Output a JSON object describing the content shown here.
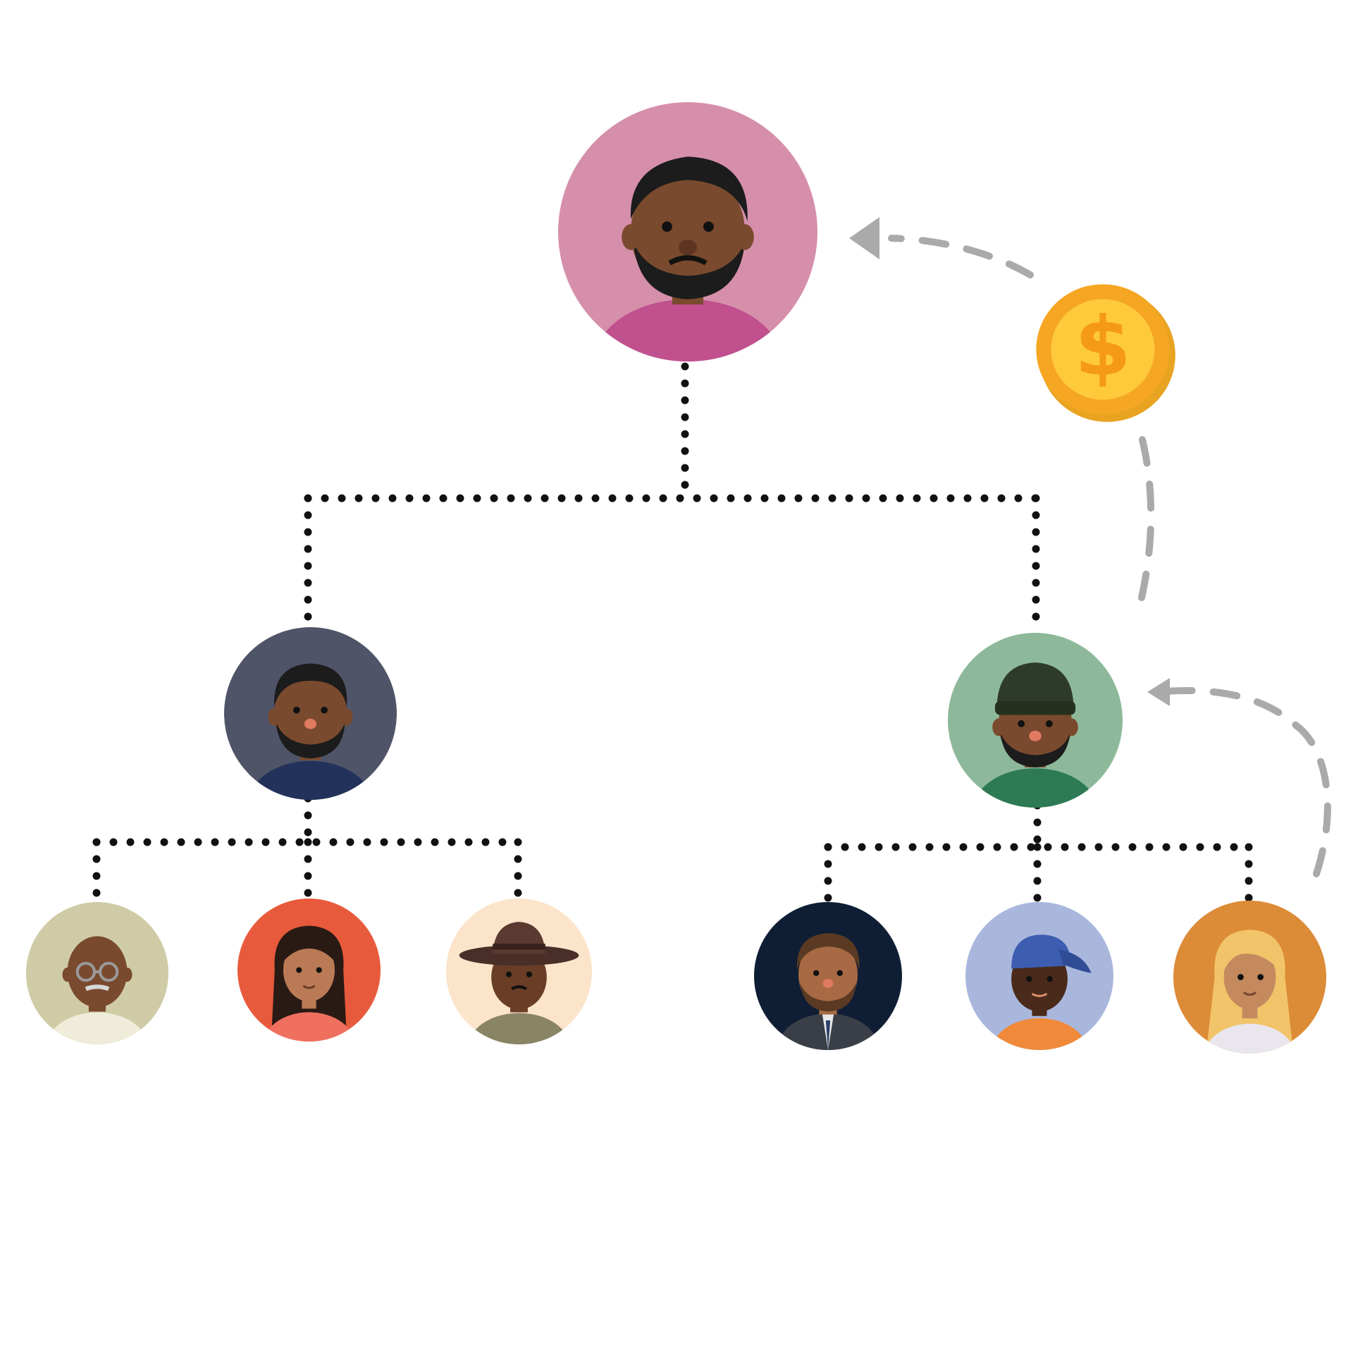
{
  "diagram": {
    "type": "referral-tree",
    "nodes": [
      {
        "id": "root",
        "level": 0,
        "background": "#D68FAA",
        "shirt": "#C0508E",
        "hair": "#1c1c1c",
        "accessory": "beard"
      },
      {
        "id": "left-parent",
        "level": 1,
        "background": "#4F5468",
        "shirt": "#22325A",
        "hair": "#1c1c1c",
        "accessory": "beard"
      },
      {
        "id": "right-parent",
        "level": 1,
        "background": "#8DB99A",
        "shirt": "#2E7A55",
        "hair": "#1c1c1c",
        "accessory": "beanie"
      },
      {
        "id": "left-child-1",
        "level": 2,
        "background": "#CFCBA6",
        "shirt": "#EFEDD9",
        "hair": "#7a4a30",
        "accessory": "glasses"
      },
      {
        "id": "left-child-2",
        "level": 2,
        "background": "#E85A3C",
        "shirt": "#F07060",
        "hair": "#2a1a14",
        "accessory": "long-hair"
      },
      {
        "id": "left-child-3",
        "level": 2,
        "background": "#FBE4CA",
        "shirt": "#8A8466",
        "hair": "#5a3a30",
        "accessory": "hat"
      },
      {
        "id": "right-child-1",
        "level": 2,
        "background": "#0F1E34",
        "shirt": "#3A3F47",
        "hair": "#5a3a22",
        "accessory": "suit"
      },
      {
        "id": "right-child-2",
        "level": 2,
        "background": "#A9B7DD",
        "shirt": "#F08A3A",
        "hair": "#1c1c1c",
        "accessory": "cap"
      },
      {
        "id": "right-child-3",
        "level": 2,
        "background": "#DC8B37",
        "shirt": "#E9E6EE",
        "hair": "#F2C46A",
        "accessory": "blonde-hair"
      }
    ],
    "edges": [
      {
        "from": "root",
        "to": "left-parent"
      },
      {
        "from": "root",
        "to": "right-parent"
      },
      {
        "from": "left-parent",
        "to": "left-child-1"
      },
      {
        "from": "left-parent",
        "to": "left-child-2"
      },
      {
        "from": "left-parent",
        "to": "left-child-3"
      },
      {
        "from": "right-parent",
        "to": "right-child-1"
      },
      {
        "from": "right-parent",
        "to": "right-child-2"
      },
      {
        "from": "right-parent",
        "to": "right-child-3"
      }
    ],
    "reward_flows": [
      {
        "from": "right-child-3",
        "to": "right-parent",
        "style": "dashed-arrow"
      },
      {
        "from": "right-parent",
        "to": "root",
        "style": "dashed-arrow",
        "via": "coin-icon"
      }
    ],
    "colors": {
      "connector": "#111111",
      "reward_arrow": "#AAAAAA",
      "coin_outer": "#F5A623",
      "coin_inner": "#FFC93C",
      "skin": "#7A4A2E"
    },
    "icons": [
      "coin-icon",
      "dollar-sign-icon",
      "arrow-head-icon"
    ]
  }
}
